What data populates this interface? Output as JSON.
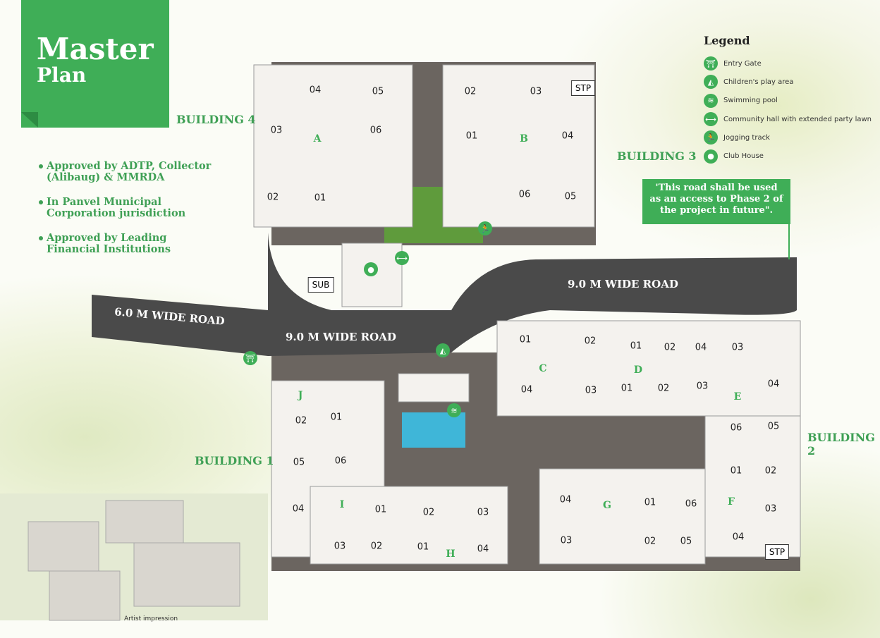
{
  "title": {
    "line1": "Master",
    "line2": "Plan"
  },
  "bullets": [
    "Approved by ADTP, Collector (Alibaug) & MMRDA",
    "In Panvel Municipal Corporation jurisdiction",
    "Approved by Leading Financial Institutions"
  ],
  "buildings": {
    "b1": "BUILDING 1",
    "b2": "BUILDING 2",
    "b3": "BUILDING 3",
    "b4": "BUILDING 4"
  },
  "legend": {
    "title": "Legend",
    "items": [
      {
        "icon": "entry-gate-icon",
        "glyph": "⛩",
        "label": "Entry Gate"
      },
      {
        "icon": "play-area-icon",
        "glyph": "◭",
        "label": "Children's play area"
      },
      {
        "icon": "swimming-icon",
        "glyph": "≋",
        "label": "Swimming pool"
      },
      {
        "icon": "community-hall-icon",
        "glyph": "⟷",
        "label": "Community hall with extended party lawn"
      },
      {
        "icon": "jogging-icon",
        "glyph": "🏃",
        "label": "Jogging track"
      },
      {
        "icon": "club-house-icon",
        "glyph": "●",
        "label": "Club House"
      }
    ]
  },
  "callout": "'This road shall be used as an access to Phase 2 of the project in future\".",
  "roads": {
    "r6": "6.0 M WIDE ROAD",
    "r9a": "9.0 M WIDE ROAD",
    "r9b": "9.0 M WIDE ROAD"
  },
  "facilities": {
    "sub": "SUB",
    "stp1": "STP",
    "stp2": "STP"
  },
  "blocks": [
    "A",
    "B",
    "C",
    "D",
    "E",
    "F",
    "G",
    "H",
    "I",
    "J"
  ],
  "units": [
    "04",
    "05",
    "03",
    "06",
    "02",
    "01",
    "02",
    "03",
    "01",
    "04",
    "06",
    "05",
    "01",
    "02",
    "04",
    "03",
    "01",
    "02",
    "04",
    "03",
    "01",
    "02",
    "03",
    "04",
    "06",
    "05",
    "01",
    "02",
    "03",
    "04",
    "04",
    "01",
    "06",
    "03",
    "02",
    "05",
    "02",
    "03",
    "01",
    "04",
    "02",
    "01",
    "05",
    "06",
    "04",
    "01",
    "03",
    "02"
  ],
  "artist": "Artist impression",
  "colors": {
    "brand": "#3fae57",
    "road": "#4a4a4a"
  }
}
